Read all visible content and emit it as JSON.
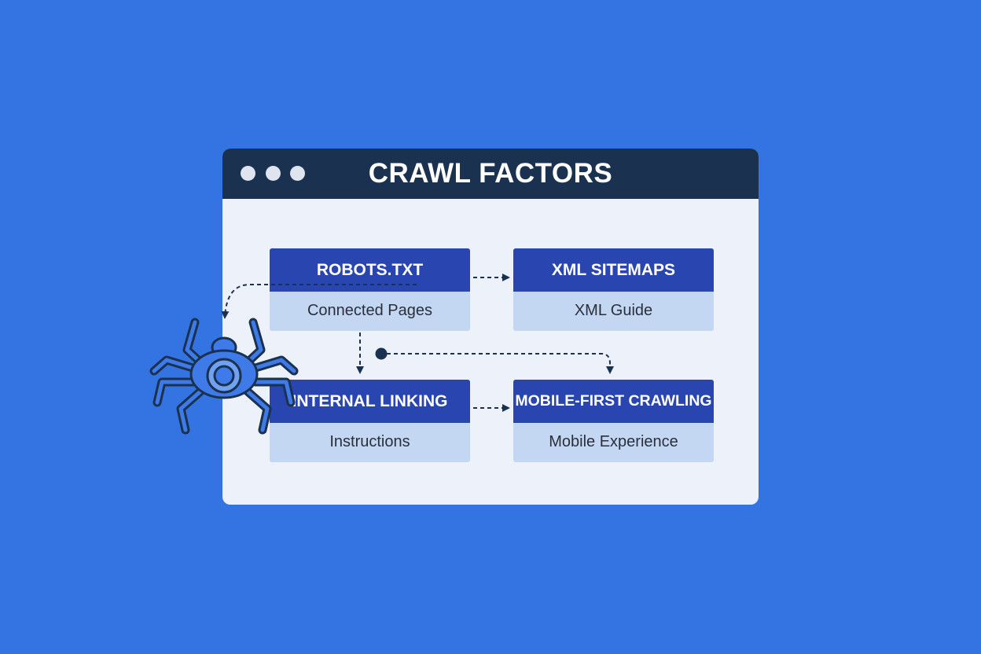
{
  "window": {
    "title": "CRAWL FACTORS"
  },
  "nodes": [
    {
      "title": "ROBOTS.TXT",
      "subtitle": "Connected Pages"
    },
    {
      "title": "XML SITEMAPS",
      "subtitle": "XML Guide"
    },
    {
      "title": "INTERNAL LINKING",
      "subtitle": "Instructions"
    },
    {
      "title": "MOBILE-FIRST CRAWLING",
      "subtitle": "Mobile Experience"
    }
  ],
  "edges": [
    {
      "from": "ROBOTS.TXT",
      "to": "XML SITEMAPS"
    },
    {
      "from": "ROBOTS.TXT",
      "to": "INTERNAL LINKING"
    },
    {
      "from": "INTERNAL LINKING",
      "to": "MOBILE-FIRST CRAWLING"
    },
    {
      "from": "ROBOTS.TXT",
      "to": "MOBILE-FIRST CRAWLING"
    },
    {
      "from": "ROBOTS.TXT",
      "to": "spider-icon"
    }
  ],
  "colors": {
    "background": "#3474e2",
    "titlebar": "#1b3150",
    "window": "#edf2fa",
    "card_header": "#2845b0",
    "card_body": "#c3d6f2",
    "connector": "#1b3150"
  },
  "icons": [
    "spider-icon"
  ]
}
